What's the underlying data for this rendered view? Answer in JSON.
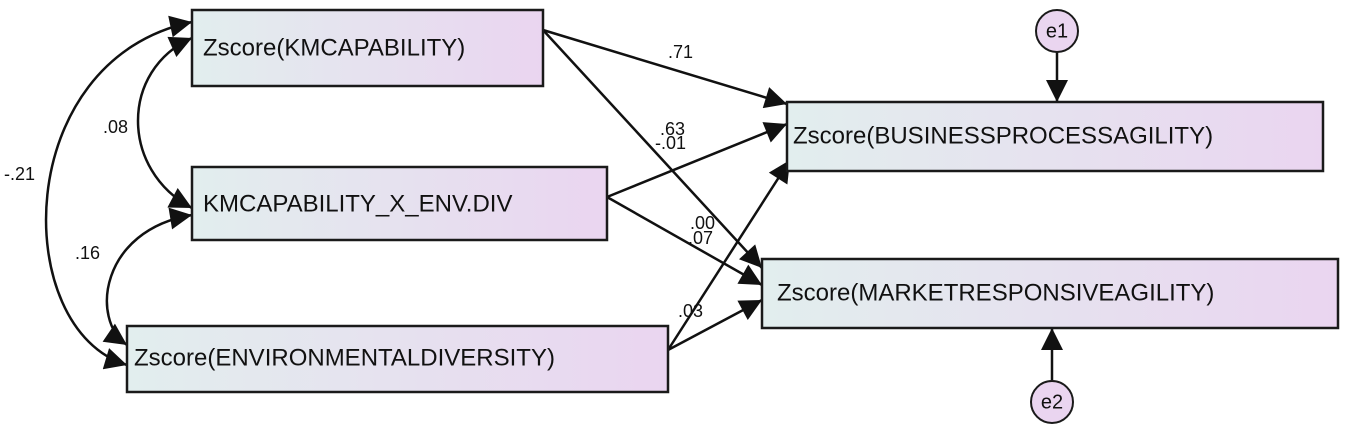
{
  "variables": {
    "kmcap": "Zscore(KMCAPABILITY)",
    "interaction": "KMCAPABILITY_X_ENV.DIV",
    "envdiv": "Zscore(ENVIRONMENTALDIVERSITY)",
    "bpa": "Zscore(BUSINESSPROCESSAGILITY)",
    "mra": "Zscore(MARKETRESPONSIVEAGILITY)"
  },
  "errors": {
    "e1": "e1",
    "e2": "e2"
  },
  "coefficients": {
    "kmcap_to_bpa": ".71",
    "kmcap_to_mra": ".63",
    "interaction_to_bpa": "-.01",
    "interaction_to_mra": ".07",
    "envdiv_to_bpa": ".00",
    "envdiv_to_mra": ".03"
  },
  "covariances": {
    "kmcap_interaction": ".08",
    "interaction_envdiv": ".16",
    "kmcap_envdiv": "-.21"
  },
  "colors": {
    "box_fill_left": "#e2eeee",
    "box_fill_right": "#ead5f0",
    "line": "#111111"
  }
}
